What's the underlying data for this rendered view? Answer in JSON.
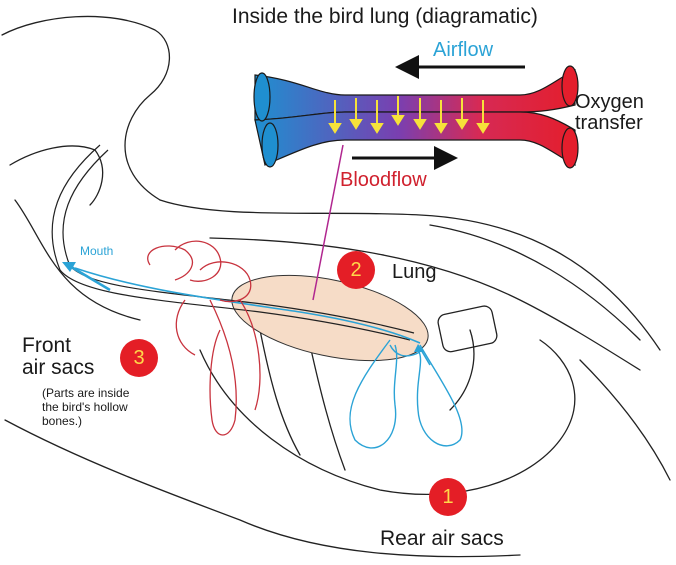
{
  "diagram": {
    "title": "Inside the bird lung (diagramatic)",
    "airflow_label": "Airflow",
    "bloodflow_label": "Bloodflow",
    "oxygen_label": "Oxygen\ntransfer",
    "mouth_label": "Mouth",
    "callouts": [
      {
        "number": "1",
        "label": "Rear air sacs"
      },
      {
        "number": "2",
        "label": "Lung"
      },
      {
        "number": "3",
        "label": "Front\nair sacs"
      }
    ],
    "note": "(Parts are inside\nthe bird's hollow\nbones.)"
  },
  "colors": {
    "air": "#2ba3d6",
    "blood": "#d0212e",
    "oxygen_arrows": "#f6e23a",
    "badge": "#e41e26",
    "badge_text": "#ffd84a",
    "lung_fill": "#f6dcc7"
  }
}
